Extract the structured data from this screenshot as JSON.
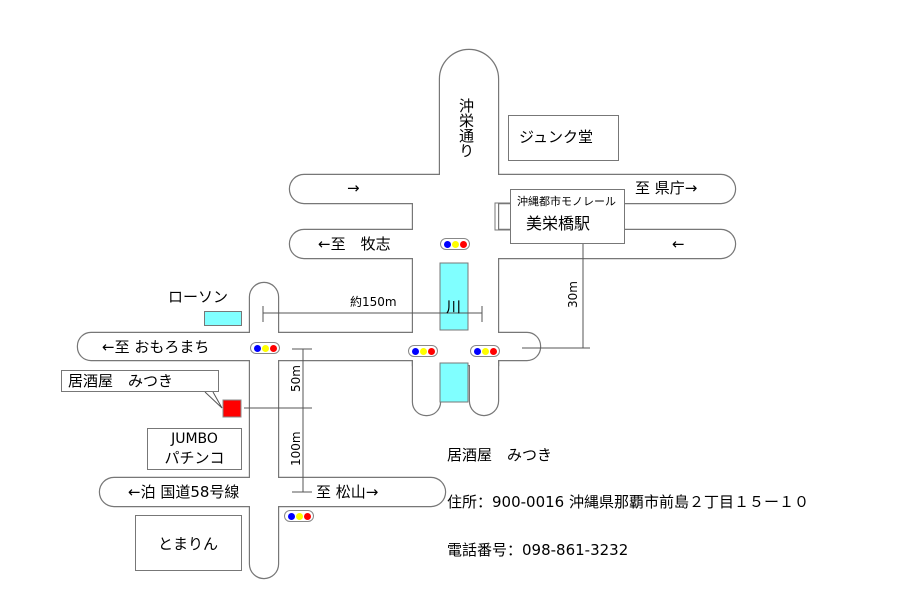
{
  "colors": {
    "river": "#80ffff",
    "shop": "#ff0000",
    "signal_blue": "#0000ff",
    "signal_yellow": "#ffff00",
    "signal_red": "#ff0000",
    "road_edge": "#777777"
  },
  "roads": {
    "okiei": "沖栄通り",
    "top_arrow": "→",
    "to_kencho": "至 県庁→",
    "to_makishi": "←至　牧志",
    "right_arrow": "←",
    "to_omoromachi": "←至 おもろまち",
    "route58": "←泊  国道58号線",
    "to_matsuyama": "至 松山→"
  },
  "landmarks": {
    "junkudo": "ジュンク堂",
    "monorail": "沖縄都市モノレール",
    "station": "美栄橋駅",
    "lawson": "ローソン",
    "river": "川",
    "shop_callout": "居酒屋　みつき",
    "jumbo_line1": "JUMBO",
    "jumbo_line2": "パチンコ",
    "tomarin": "とまりん"
  },
  "distances": {
    "d150": "約150m",
    "d30": "30m",
    "d50": "50m",
    "d100": "100m"
  },
  "info": {
    "name": "居酒屋　みつき",
    "address": "住所：900-0016 沖縄県那覇市前島２丁目１５ー１０",
    "phone": "電話番号：098-861-3232"
  }
}
